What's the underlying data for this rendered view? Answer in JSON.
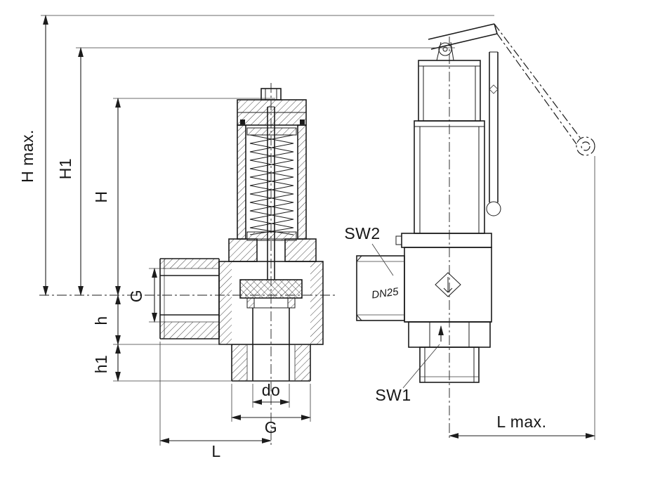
{
  "drawing": {
    "dimensions": {
      "h_max": "H max.",
      "h1_overall": "H1",
      "h_overall": "H",
      "g_inlet": "G",
      "h_lower": "h",
      "h1_lower": "h1",
      "do_bore": "do",
      "g_outlet": "G",
      "l_length": "L",
      "l_max": "L max."
    },
    "callouts": {
      "sw2": "SW2",
      "sw1": "SW1",
      "dn_marking": "DN25"
    }
  }
}
